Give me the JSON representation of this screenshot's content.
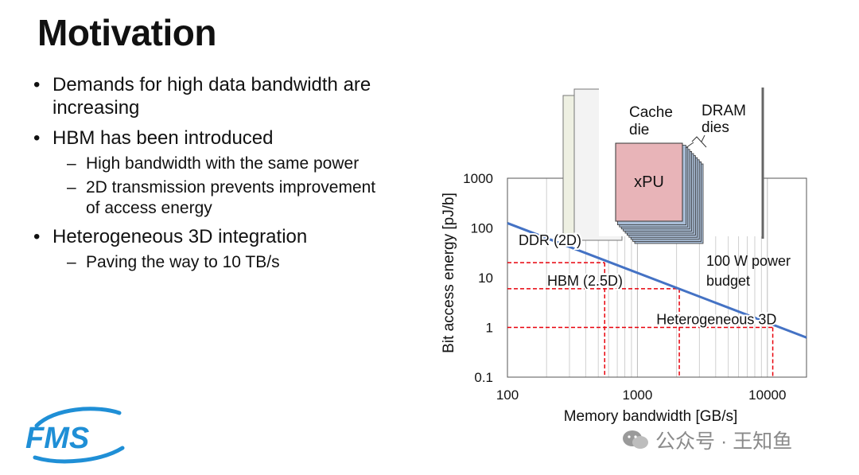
{
  "slide": {
    "title": "Motivation",
    "bullets": [
      {
        "text": "Demands for high data bandwidth are increasing",
        "lines": [
          "Demands for high data bandwidth are",
          "increasing"
        ],
        "subs": []
      },
      {
        "text": "HBM has been introduced",
        "lines": [
          "HBM has been introduced"
        ],
        "subs": [
          {
            "lines": [
              "High bandwidth with the same power"
            ]
          },
          {
            "lines": [
              "2D transmission prevents improvement",
              "of access energy"
            ]
          }
        ]
      },
      {
        "text": "Heterogeneous 3D integration",
        "lines": [
          "Heterogeneous 3D integration"
        ],
        "subs": [
          {
            "lines": [
              "Paving the way to 10 TB/s"
            ]
          }
        ]
      }
    ],
    "dash": "–"
  },
  "inset": {
    "cache_label": [
      "Cache",
      "die"
    ],
    "dram_label": [
      "DRAM",
      "dies"
    ],
    "xpu_label": "xPU",
    "colors": {
      "xpu_fill": "#e8b4b8",
      "dram_fill": "#a9bdd6",
      "back_card": "#eef0e2"
    }
  },
  "chart_data": {
    "type": "line",
    "xlabel": "Memory bandwidth [GB/s]",
    "ylabel": "Bit access energy [pJ/b]",
    "xscale": "log",
    "yscale": "log",
    "xlim": [
      100,
      20000
    ],
    "ylim": [
      0.1,
      1000
    ],
    "xticks": [
      100,
      1000,
      10000
    ],
    "xtick_labels": [
      "100",
      "1000",
      "10000"
    ],
    "yticks": [
      0.1,
      1,
      10,
      100,
      1000
    ],
    "ytick_labels": [
      "0.1",
      "1",
      "10",
      "100",
      "1000"
    ],
    "grid": "vertical minor log gridlines",
    "series": [
      {
        "name": "100 W power budget",
        "color": "#4472c4",
        "x": [
          100,
          20000
        ],
        "y": [
          125,
          0.625
        ]
      }
    ],
    "annotation": [
      "100 W power",
      "budget"
    ],
    "markers": [
      {
        "label": "DDR (2D)",
        "bandwidth": 560,
        "energy": 20
      },
      {
        "label": "HBM (2.5D)",
        "bandwidth": 2100,
        "energy": 6
      },
      {
        "label": "Heterogeneous 3D",
        "bandwidth": 11000,
        "energy": 1
      }
    ],
    "marker_color": "#e8000b"
  },
  "logo": {
    "text": "FMS",
    "color": "#1f8fd6"
  },
  "watermark": {
    "text": "公众号 · 王知鱼"
  }
}
